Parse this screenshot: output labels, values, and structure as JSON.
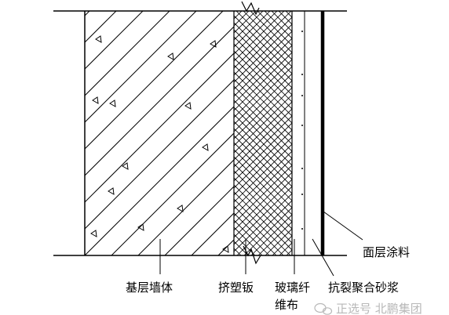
{
  "labels": {
    "base_wall": "基层墙体",
    "xps_board": "挤塑钣",
    "glass_fiber_line1": "玻璃纤",
    "glass_fiber_line2": "维布",
    "anti_crack_mortar": "抗裂聚合砂浆",
    "finish_coating": "面层涂料"
  },
  "watermark": {
    "text": "正选号 北鹏集团",
    "icon": "wechat-icon"
  },
  "colors": {
    "line": "#000000",
    "watermark": "#b8b8b8"
  }
}
